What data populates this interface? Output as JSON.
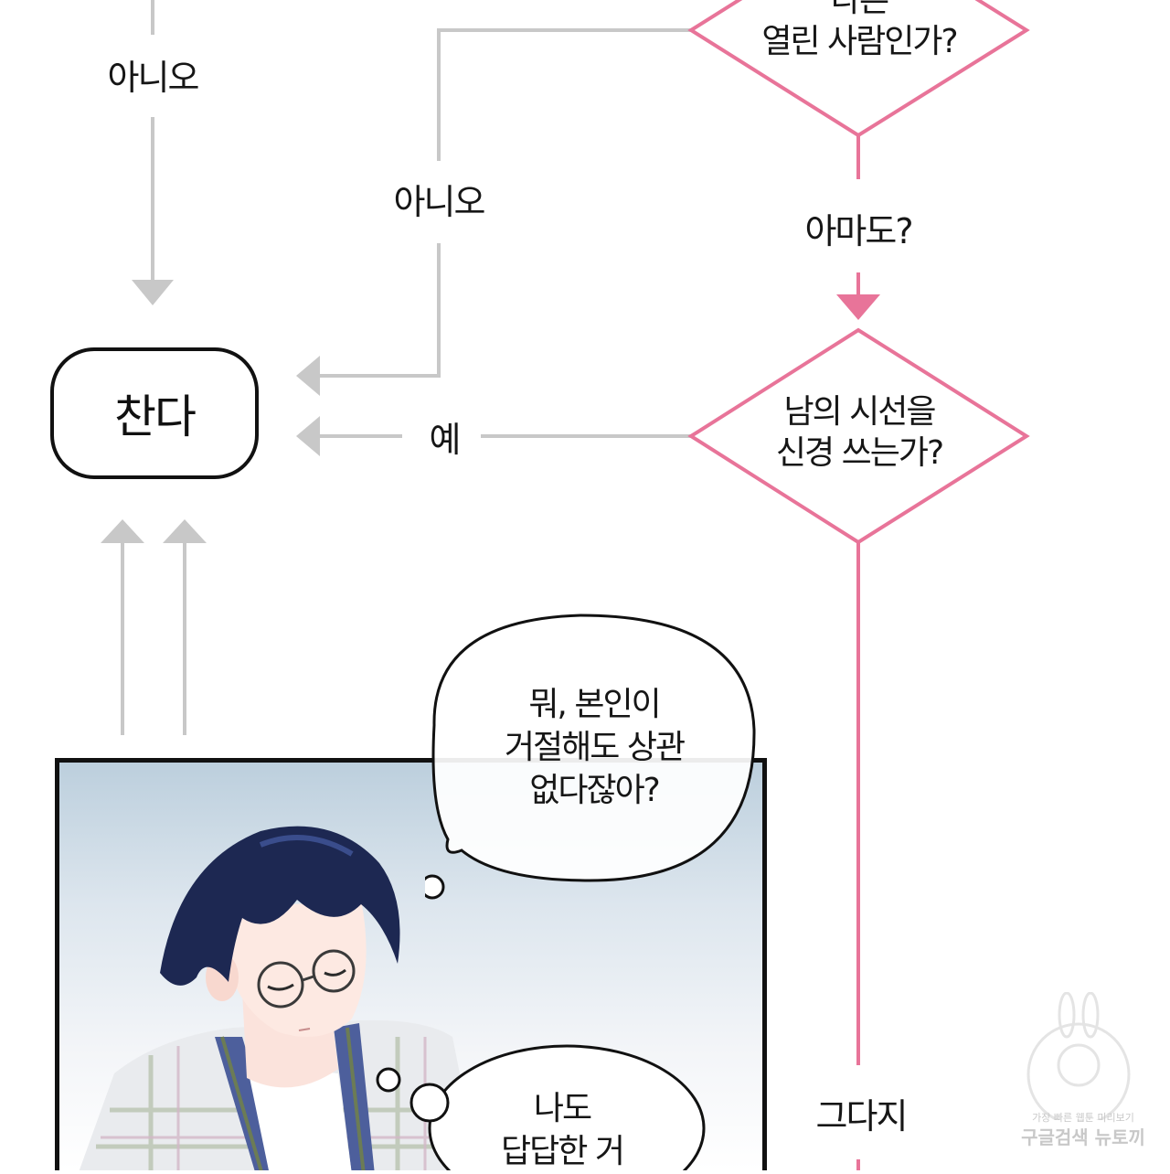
{
  "flowchart": {
    "labels": {
      "no_left": "아니오",
      "no_middle": "아니오",
      "maybe": "아마도?",
      "yes": "예",
      "not_really": "그다지"
    },
    "decision_top": {
      "line1": "다른",
      "line2": "열린 사람인가?"
    },
    "decision_middle": {
      "line1": "남의 시선을",
      "line2": "신경 쓰는가?"
    },
    "terminal": {
      "label": "찬다"
    },
    "colors": {
      "gray_line": "#c8c8c8",
      "pink": "#e87499"
    }
  },
  "panel": {
    "bubble_top": {
      "line1": "뭐, 본인이",
      "line2": "거절해도 상관",
      "line3": "없다잖아?"
    },
    "bubble_bottom": {
      "line1": "나도",
      "line2": "답답한 거"
    }
  },
  "watermark": {
    "line1": "가장 빠른 웹툰 미리보기",
    "line2": "구글검색 뉴토끼"
  }
}
